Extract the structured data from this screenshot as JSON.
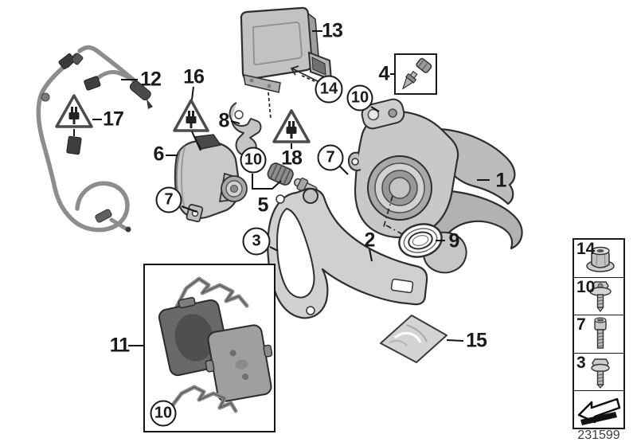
{
  "diagram_number": "231599",
  "colors": {
    "background": "#ffffff",
    "line": "#1a1a1a",
    "part_light": "#d8d8d8",
    "part_mid": "#b4b4b4",
    "part_dark": "#8a8a8a",
    "pad_dark": "#696969"
  },
  "labels": {
    "l1": "1",
    "l2": "2",
    "l4": "4",
    "l5": "5",
    "l6": "6",
    "l8": "8",
    "l9": "9",
    "l11": "11",
    "l12": "12",
    "l13": "13",
    "l15": "15",
    "l16": "16",
    "l17": "17",
    "l18": "18"
  },
  "callouts": {
    "c14": "14",
    "c10_top": "10",
    "c7_right": "7",
    "c10_mid": "10",
    "c7_left": "7",
    "c3": "3",
    "c10_pads": "10"
  },
  "warning_icon": "electrical-connector-warning-icon",
  "legend": {
    "rows": [
      {
        "num": "14",
        "icon": "flange-nut-icon"
      },
      {
        "num": "10",
        "icon": "flange-head-screw-icon"
      },
      {
        "num": "7",
        "icon": "socket-head-screw-icon"
      },
      {
        "num": "3",
        "icon": "hex-flange-bolt-icon"
      }
    ],
    "direction_icon": "install-direction-arrow-icon"
  }
}
